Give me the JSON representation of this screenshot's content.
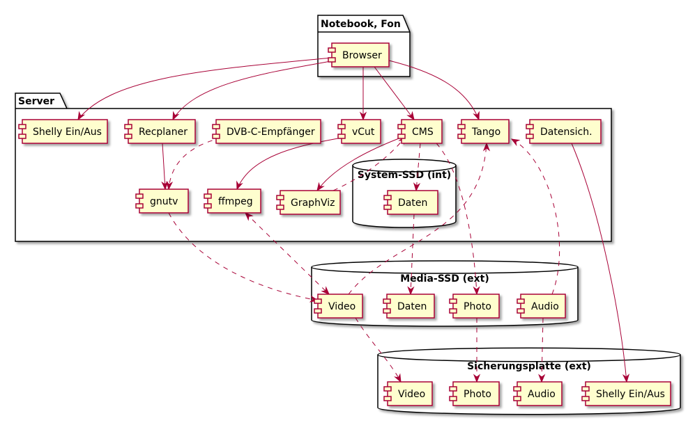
{
  "packages": {
    "notebook": "Notebook, Fon",
    "server": "Server"
  },
  "databases": {
    "system_ssd": "System-SSD (int)",
    "media_ssd": "Media-SSD (ext)",
    "sicherung": "Sicherungsplatte (ext)"
  },
  "components": {
    "browser": "Browser",
    "shelly": "Shelly Ein/Aus",
    "recplaner": "Recplaner",
    "dvbc": "DVB-C-Empfänger",
    "vcut": "vCut",
    "cms": "CMS",
    "tango": "Tango",
    "datensich": "Datensich.",
    "gnutv": "gnutv",
    "ffmpeg": "ffmpeg",
    "graphviz": "GraphViz",
    "sys_daten": "Daten",
    "media_video": "Video",
    "media_daten": "Daten",
    "media_photo": "Photo",
    "media_audio": "Audio",
    "sich_video": "Video",
    "sich_photo": "Photo",
    "sich_audio": "Audio",
    "sich_shelly": "Shelly Ein/Aus"
  },
  "colors": {
    "component_fill": "#FEFECE",
    "component_border": "#A80036",
    "edge": "#A80036"
  }
}
